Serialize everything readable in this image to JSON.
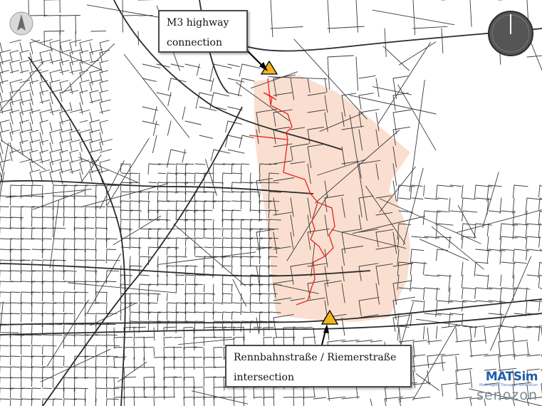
{
  "map": {
    "background_color": "#ffffff",
    "road_color": "#3a3a3a",
    "highlight_area_color": "#f9dccb",
    "route_color": "#e8231f",
    "marker_color": "#f2b41f",
    "compass_color": "#555555"
  },
  "callouts": {
    "m3": {
      "line1": "M3 highway",
      "line2": "connection"
    },
    "rennbahn": {
      "line1": "Rennbahnstraße / Riemerstraße",
      "line2": "intersection"
    }
  },
  "logo": {
    "matsim": "MATSim",
    "tagline": "Multi-Agent Transport Simulation",
    "senozon": "senozon"
  },
  "icons": {
    "north": "north-arrow-icon",
    "compass": "compass-icon",
    "marker": "triangle-marker-icon"
  }
}
